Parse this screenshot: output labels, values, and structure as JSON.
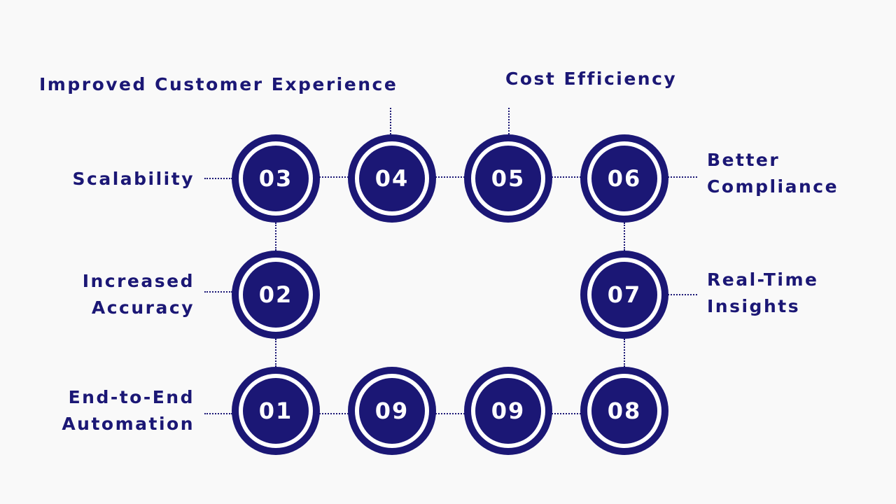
{
  "colors": {
    "primary": "#1b1775",
    "ring": "#ffffff",
    "background": "#f9f9f9"
  },
  "nodes": {
    "n03": "03",
    "n04": "04",
    "n05": "05",
    "n06": "06",
    "n02": "02",
    "n07": "07",
    "n01": "01",
    "n09a": "09",
    "n09b": "09",
    "n08": "08"
  },
  "labels": {
    "improved_customer_experience": "Improved Customer Experience",
    "cost_efficiency": "Cost Efficiency",
    "scalability": "Scalability",
    "better_compliance": [
      "Better",
      "Compliance"
    ],
    "increased_accuracy": [
      "Increased",
      "Accuracy"
    ],
    "real_time_insights": [
      "Real-Time",
      "Insights"
    ],
    "end_to_end_automation": [
      "End-to-End",
      "Automation"
    ]
  }
}
